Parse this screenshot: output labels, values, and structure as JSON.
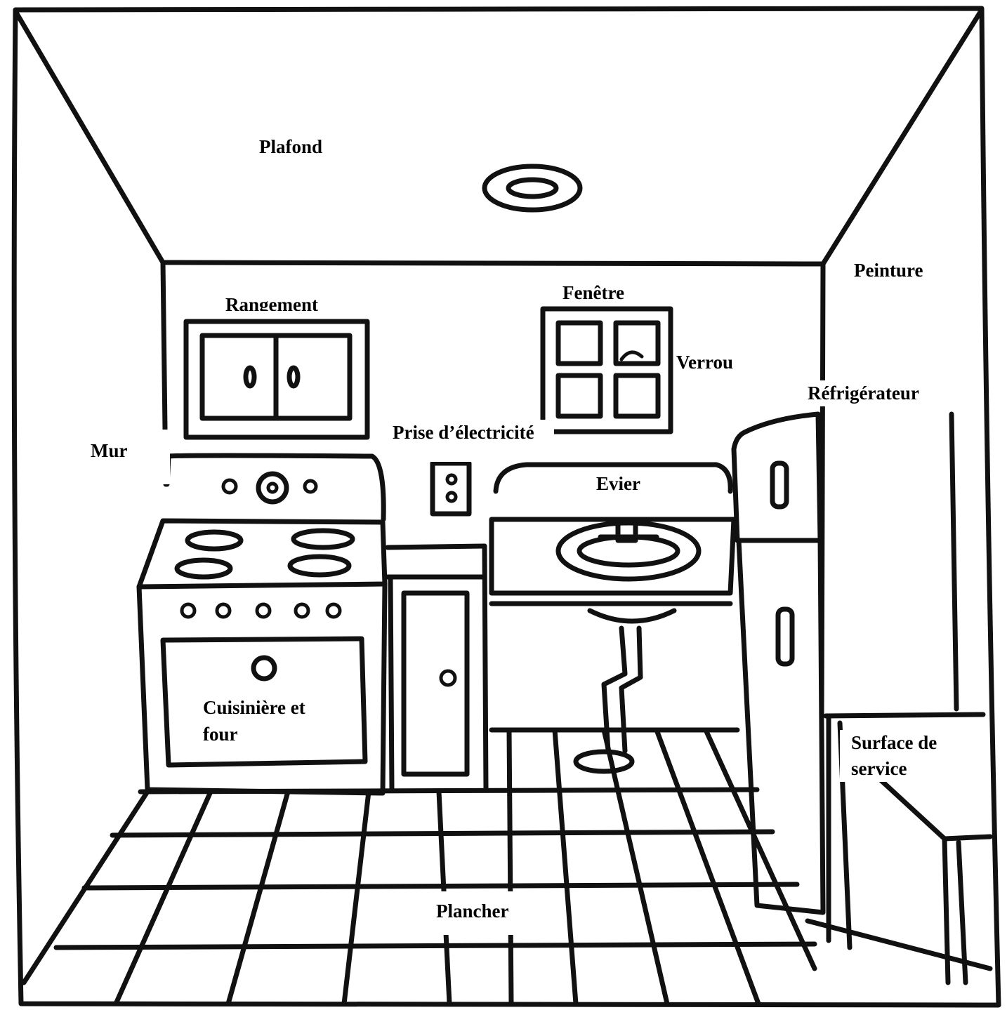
{
  "labels": {
    "plafond": "Plafond",
    "peinture": "Peinture",
    "rangement": "Rangement",
    "fenetre": "Fenêtre",
    "verrou": "Verrou",
    "refrigerateur": "Réfrigérateur",
    "mur": "Mur",
    "prise": "Prise d’électricité",
    "evier": "Evier",
    "cuisiniere_line1": "Cuisinière et",
    "cuisiniere_line2": "four",
    "surface_line1": "Surface de",
    "surface_line2": "service",
    "plancher": "Plancher"
  },
  "colors": {
    "ink": "#111111",
    "paper": "#ffffff",
    "text": "#000000"
  }
}
